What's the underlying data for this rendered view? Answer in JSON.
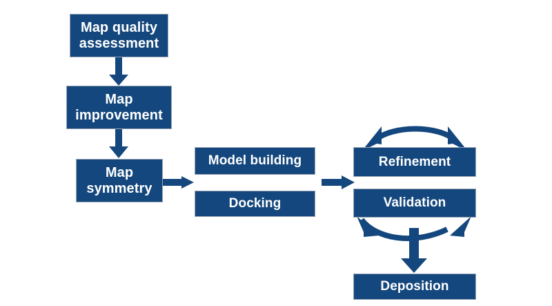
{
  "diagram": {
    "title": "Map processing to deposition workflow",
    "type": "flowchart",
    "palette": {
      "node_fill": "#14477D",
      "node_border": "#9aa6b4",
      "node_text": "#ffffff",
      "arrow": "#14477D",
      "background": "#ffffff"
    },
    "nodes": [
      {
        "id": "map-quality-assessment",
        "line1": "Map quality",
        "line2": "assessment"
      },
      {
        "id": "map-improvement",
        "line1": "Map",
        "line2": "improvement"
      },
      {
        "id": "map-symmetry",
        "line1": "Map",
        "line2": "symmetry"
      },
      {
        "id": "model-building",
        "label": "Model building"
      },
      {
        "id": "docking",
        "label": "Docking"
      },
      {
        "id": "refinement",
        "label": "Refinement"
      },
      {
        "id": "validation",
        "label": "Validation"
      },
      {
        "id": "deposition",
        "label": "Deposition"
      }
    ],
    "edges": [
      {
        "id": "edge-quality-to-improvement",
        "from": "map-quality-assessment",
        "to": "map-improvement",
        "kind": "arrow-down"
      },
      {
        "id": "edge-improvement-to-symmetry",
        "from": "map-improvement",
        "to": "map-symmetry",
        "kind": "arrow-down"
      },
      {
        "id": "edge-symmetry-to-modeling",
        "from": "map-symmetry",
        "to": "model-building-docking-group",
        "kind": "arrow-right"
      },
      {
        "id": "edge-modeling-to-refinement",
        "from": "model-building-docking-group",
        "to": "refinement-validation-group",
        "kind": "arrow-right"
      },
      {
        "id": "edge-refinement-validation-cycle-top",
        "from": "validation",
        "to": "refinement",
        "kind": "arc-double"
      },
      {
        "id": "edge-refinement-validation-cycle-bottom",
        "from": "refinement",
        "to": "validation",
        "kind": "arc-double"
      },
      {
        "id": "edge-cycle-to-deposition",
        "from": "refinement-validation-group",
        "to": "deposition",
        "kind": "arrow-down"
      }
    ]
  }
}
